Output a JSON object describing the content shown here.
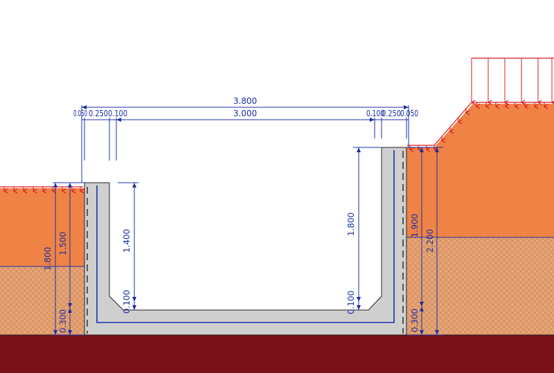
{
  "colors": {
    "background": "#ffffff",
    "soil_upper": "#ef8346",
    "soil_lower": "#e9a472",
    "soil_hatch": "#c98c64",
    "bedrock": "#7a1219",
    "concrete": "#cfcfcf",
    "dimension": "#1a2fa8",
    "load": "#e0171f",
    "outline": "#222222"
  },
  "dimensions": {
    "total_width": "3.800",
    "inner_width": "3.000",
    "left_offset": "0.050",
    "left_wall": "0.250",
    "left_haunch": "0.100",
    "right_haunch": "0.100",
    "right_wall": "0.250",
    "right_offset": "0.050",
    "left_fill_height": "1.800",
    "left_upper_layer": "1.500",
    "left_lower_layer": "0.300",
    "left_inner_height": "1.400",
    "left_haunch_height": "0.100",
    "right_inner_height": "1.800",
    "right_haunch_height": "0.100",
    "right_upper_layer": "1.900",
    "right_fill_height": "2.200",
    "right_lower_layer": "0.300"
  }
}
